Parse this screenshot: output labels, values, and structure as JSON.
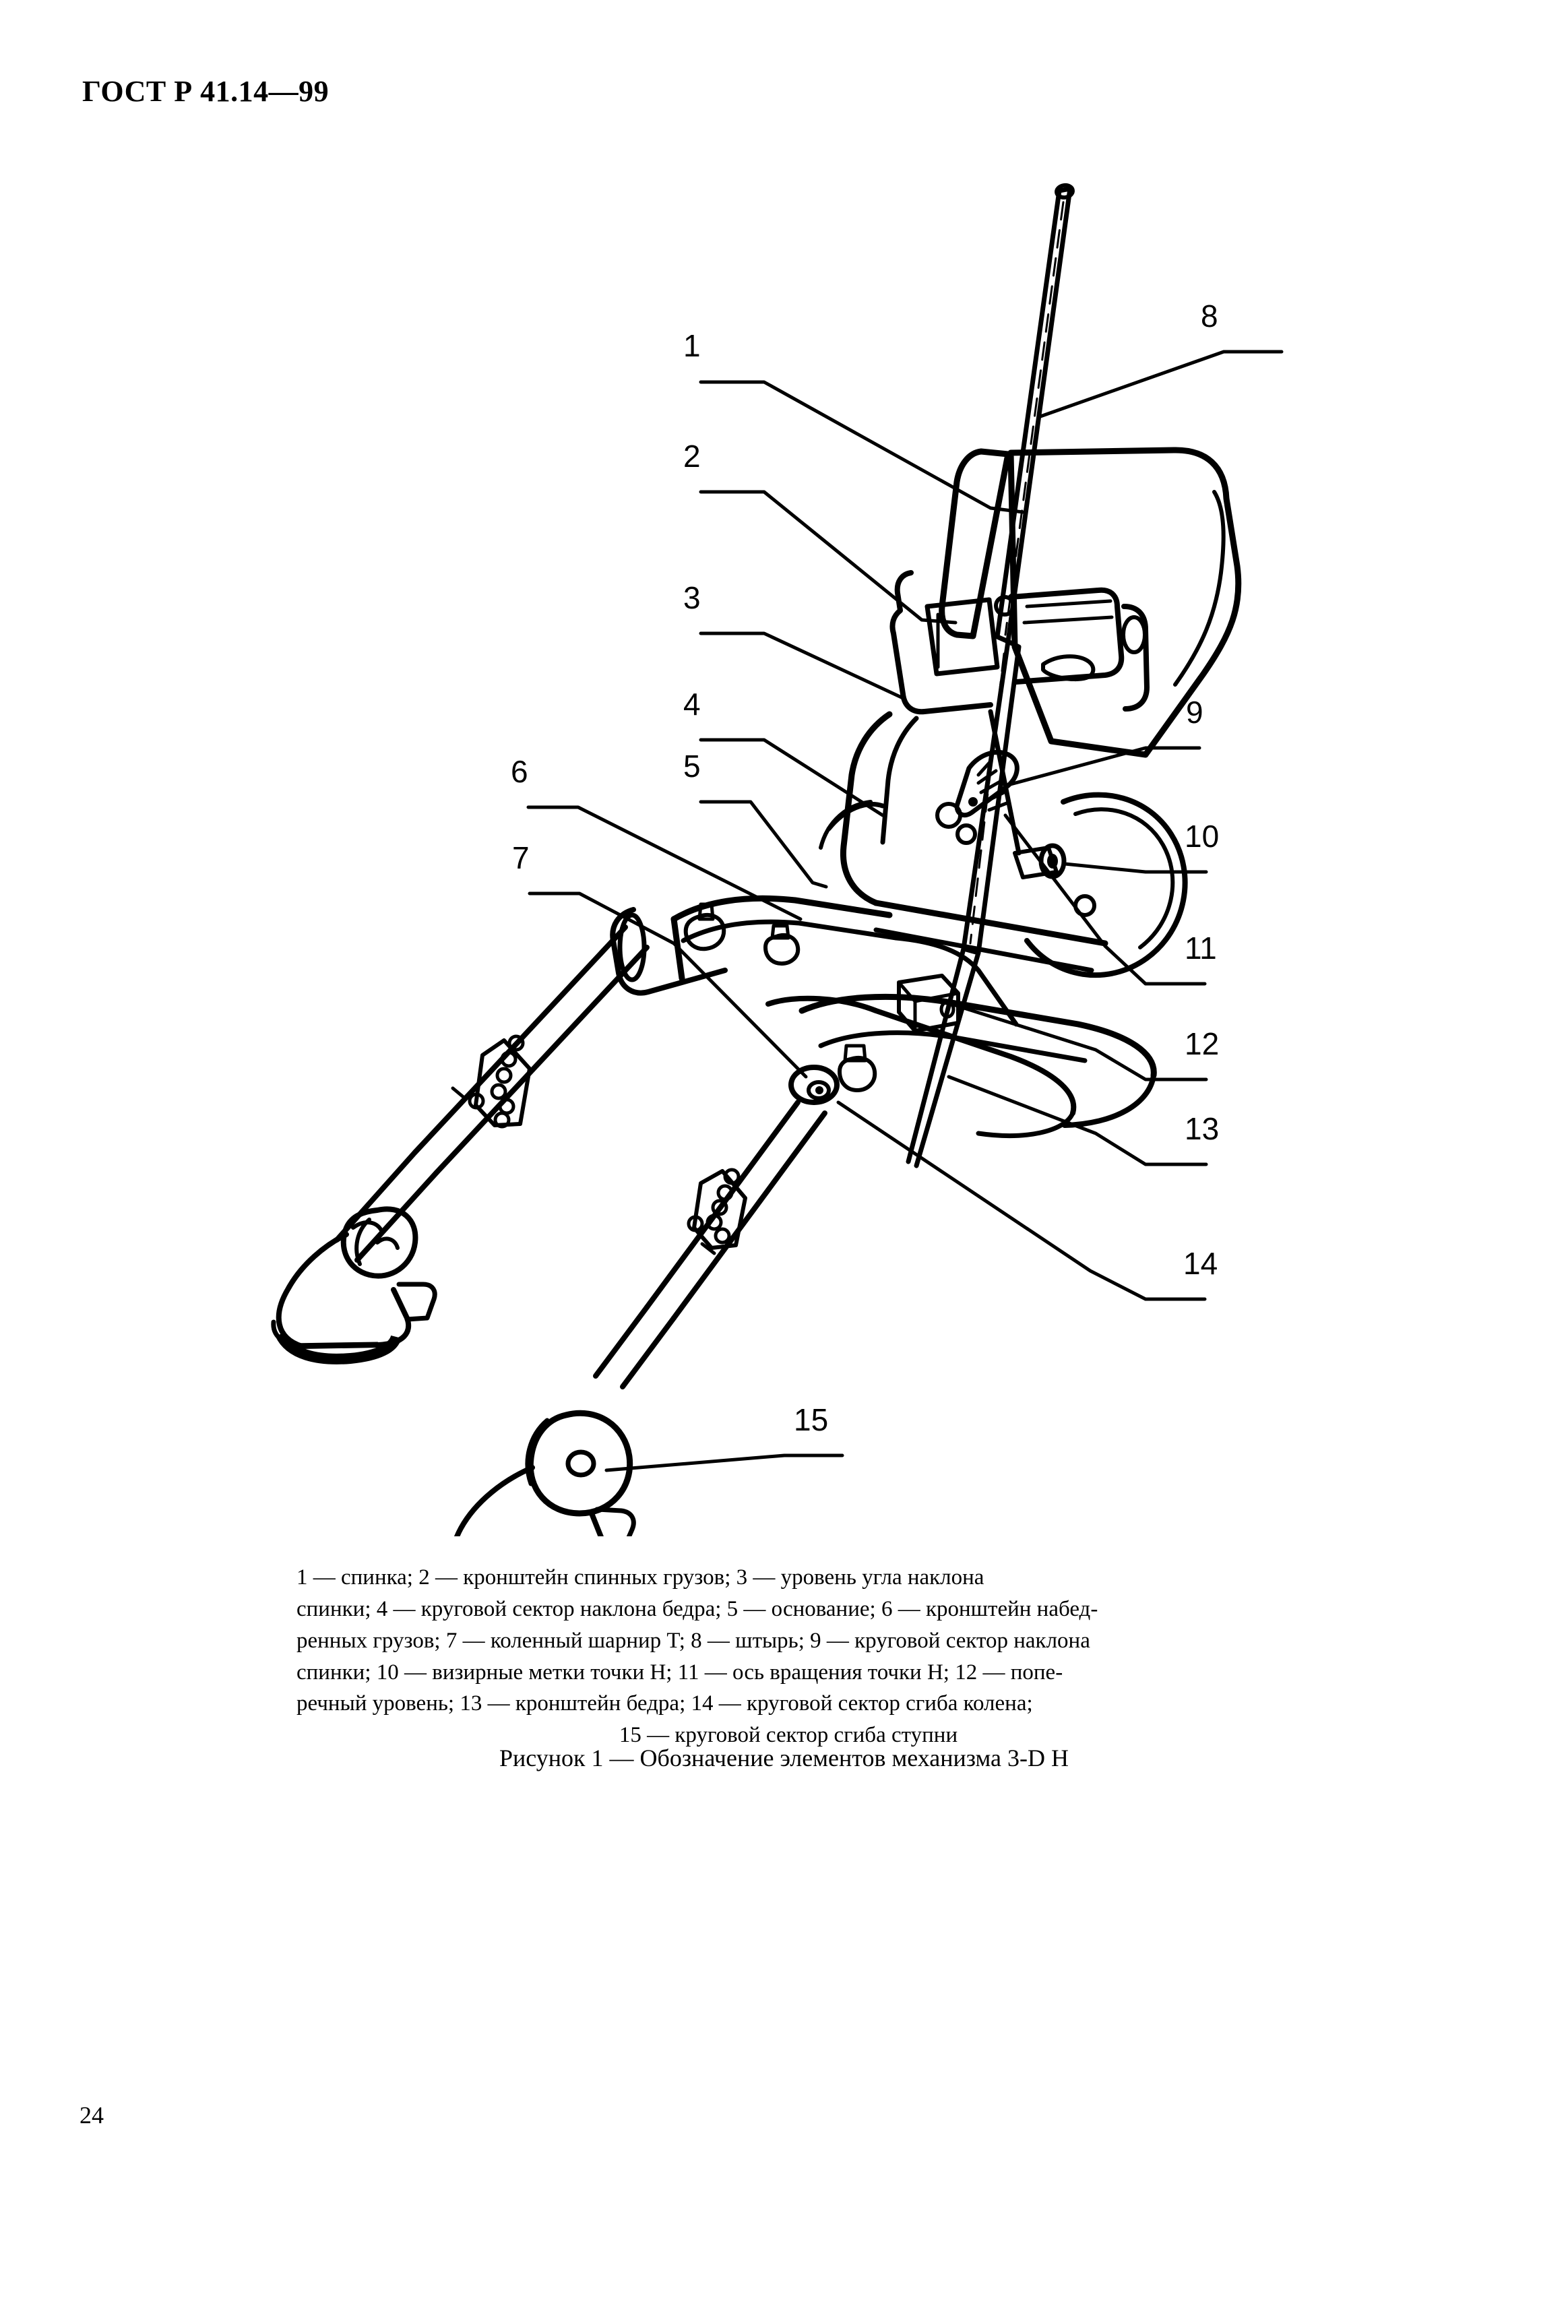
{
  "page": {
    "standard_header": "ГОСТ Р 41.14—99",
    "folio": "24"
  },
  "figure": {
    "title": "Рисунок 1 — Обозначение элементов механизма 3-D H",
    "callouts": [
      {
        "id": "1",
        "label": "1"
      },
      {
        "id": "2",
        "label": "2"
      },
      {
        "id": "3",
        "label": "3"
      },
      {
        "id": "4",
        "label": "4"
      },
      {
        "id": "5",
        "label": "5"
      },
      {
        "id": "6",
        "label": "6"
      },
      {
        "id": "7",
        "label": "7"
      },
      {
        "id": "8",
        "label": "8"
      },
      {
        "id": "9",
        "label": "9"
      },
      {
        "id": "10",
        "label": "10"
      },
      {
        "id": "11",
        "label": "11"
      },
      {
        "id": "12",
        "label": "12"
      },
      {
        "id": "13",
        "label": "13"
      },
      {
        "id": "14",
        "label": "14"
      },
      {
        "id": "15",
        "label": "15"
      }
    ],
    "legend_lines": [
      "1 — спинка;  2 — кронштейн  спинных  грузов;   3 — уровень  угла  наклона",
      "спинки; 4 — круговой сектор наклона бедра; 5 — основание; 6 — кронштейн набед-",
      "ренных грузов; 7 — коленный шарнир T; 8 — штырь; 9 — круговой сектор наклона",
      "спинки; 10 — визирные метки точки H; 11 — ось вращения точки H; 12 — попе-",
      "речный  уровень;   13 — кронштейн  бедра;  14 — круговой  сектор  сгиба  колена;",
      "15 — круговой сектор сгиба ступни"
    ],
    "legend_items": [
      {
        "num": "1",
        "text": "спинка"
      },
      {
        "num": "2",
        "text": "кронштейн спинных грузов"
      },
      {
        "num": "3",
        "text": "уровень угла наклона спинки"
      },
      {
        "num": "4",
        "text": "круговой сектор наклона бедра"
      },
      {
        "num": "5",
        "text": "основание"
      },
      {
        "num": "6",
        "text": "кронштейн набедренных грузов"
      },
      {
        "num": "7",
        "text": "коленный шарнир T"
      },
      {
        "num": "8",
        "text": "штырь"
      },
      {
        "num": "9",
        "text": "круговой сектор наклона спинки"
      },
      {
        "num": "10",
        "text": "визирные метки точки H"
      },
      {
        "num": "11",
        "text": "ось вращения точки H"
      },
      {
        "num": "12",
        "text": "поперечный уровень"
      },
      {
        "num": "13",
        "text": "кронштейн бедра"
      },
      {
        "num": "14",
        "text": "круговой сектор сгиба колена"
      },
      {
        "num": "15",
        "text": "круговой сектор сгиба ступни"
      }
    ]
  },
  "colors": {
    "ink": "#000000",
    "paper": "#ffffff"
  }
}
